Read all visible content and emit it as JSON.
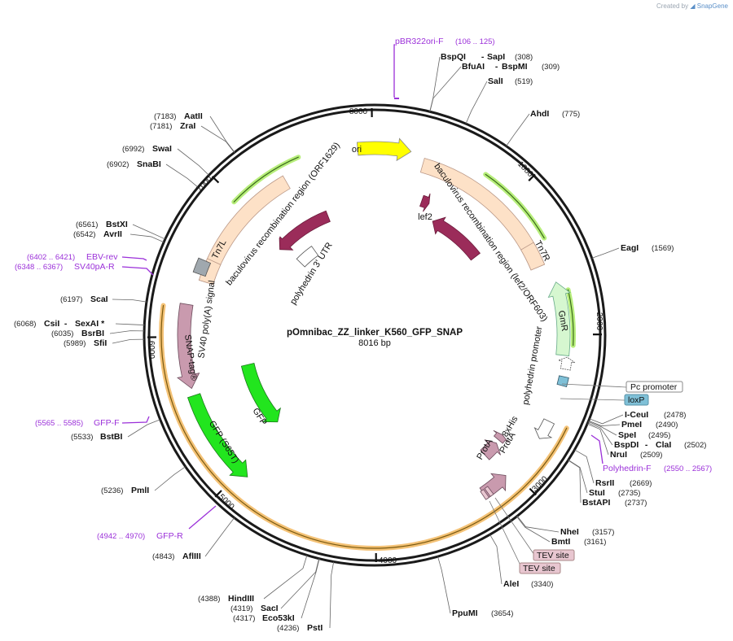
{
  "credit": {
    "prefix": "Created by",
    "brand": "SnapGene"
  },
  "plasmid": {
    "name": "pOmnibac_ZZ_linker_K560_GFP_SNAP",
    "size_label": "8016 bp",
    "length": 8016
  },
  "ticks": [
    {
      "pos": 1000,
      "label": "1000"
    },
    {
      "pos": 2000,
      "label": "2000"
    },
    {
      "pos": 3000,
      "label": "3000"
    },
    {
      "pos": 4000,
      "label": "4000"
    },
    {
      "pos": 5000,
      "label": "5000"
    },
    {
      "pos": 6000,
      "label": "6000"
    },
    {
      "pos": 7000,
      "label": "7000"
    },
    {
      "pos": 8000,
      "label": "8000"
    }
  ],
  "sites": [
    {
      "name": "BspQI",
      "sep": " - ",
      "name2": "SapI",
      "pos_label": "(308)",
      "pos": 308
    },
    {
      "name": "BfuAI",
      "sep": " - ",
      "name2": "BspMI",
      "pos_label": "(309)",
      "pos": 309
    },
    {
      "name": "SalI",
      "pos_label": "(519)",
      "pos": 519
    },
    {
      "name": "AhdI",
      "pos_label": "(775)",
      "pos": 775
    },
    {
      "name": "EagI",
      "pos_label": "(1569)",
      "pos": 1569
    },
    {
      "name": "I-CeuI",
      "pos_label": "(2478)",
      "pos": 2478
    },
    {
      "name": "PmeI",
      "pos_label": "(2490)",
      "pos": 2490
    },
    {
      "name": "SpeI",
      "pos_label": "(2495)",
      "pos": 2495
    },
    {
      "name": "BspDI",
      "sep": " - ",
      "name2": "ClaI",
      "pos_label": "(2502)",
      "pos": 2502
    },
    {
      "name": "NruI",
      "pos_label": "(2509)",
      "pos": 2509
    },
    {
      "name": "RsrII",
      "pos_label": "(2669)",
      "pos": 2669
    },
    {
      "name": "StuI",
      "pos_label": "(2735)",
      "pos": 2735
    },
    {
      "name": "BstAPI",
      "pos_label": "(2737)",
      "pos": 2737
    },
    {
      "name": "NheI",
      "pos_label": "(3157)",
      "pos": 3157
    },
    {
      "name": "BmtI",
      "pos_label": "(3161)",
      "pos": 3161
    },
    {
      "name": "AleI",
      "pos_label": "(3340)",
      "pos": 3340
    },
    {
      "name": "PpuMI",
      "pos_label": "(3654)",
      "pos": 3654
    },
    {
      "name": "PstI",
      "pos_label": "(4236)",
      "pos": 4236
    },
    {
      "name": "Eco53kI",
      "pos_label": "(4317)",
      "pos": 4317
    },
    {
      "name": "SacI",
      "pos_label": "(4319)",
      "pos": 4319
    },
    {
      "name": "HindIII",
      "pos_label": "(4388)",
      "pos": 4388
    },
    {
      "name": "AflIII",
      "pos_label": "(4843)",
      "pos": 4843
    },
    {
      "name": "PmlI",
      "pos_label": "(5236)",
      "pos": 5236
    },
    {
      "name": "BstBI",
      "pos_label": "(5533)",
      "pos": 5533
    },
    {
      "name": "SfiI",
      "pos_label": "(5989)",
      "pos": 5989
    },
    {
      "name": "BsrBI",
      "pos_label": "(6035)",
      "pos": 6035
    },
    {
      "name": "CsiI",
      "sep": " - ",
      "name2": "SexAI *",
      "pos_label": "(6068)",
      "pos": 6068
    },
    {
      "name": "ScaI",
      "pos_label": "(6197)",
      "pos": 6197
    },
    {
      "name": "AvrII",
      "pos_label": "(6542)",
      "pos": 6542
    },
    {
      "name": "BstXI",
      "pos_label": "(6561)",
      "pos": 6561
    },
    {
      "name": "SnaBI",
      "pos_label": "(6902)",
      "pos": 6902
    },
    {
      "name": "SwaI",
      "pos_label": "(6992)",
      "pos": 6992
    },
    {
      "name": "ZraI",
      "pos_label": "(7181)",
      "pos": 7181
    },
    {
      "name": "AatII",
      "pos_label": "(7183)",
      "pos": 7183
    }
  ],
  "primers": [
    {
      "name": "pBR322ori-F",
      "range": "(106 .. 125)"
    },
    {
      "name": "Polyhedrin-F",
      "range": "(2550 .. 2567)"
    },
    {
      "name": "GFP-R",
      "range": "(4942 .. 4970)"
    },
    {
      "name": "GFP-F",
      "range": "(5565 .. 5585)"
    },
    {
      "name": "SV40pA-R",
      "range": "(6348 .. 6367)"
    },
    {
      "name": "EBV-rev",
      "range": "(6402 .. 6421)"
    }
  ],
  "features": {
    "ori": "ori",
    "baculo_left": "baculovirus recombination region (ORF1629)",
    "baculo_right": "baculovirus recombination region (lef2/ORF603)",
    "tn7l": "Tn7L",
    "tn7r": "Tn7R",
    "gmr": "GmR",
    "orf1629": "ORF1629",
    "orf603": "ORF603",
    "lef2": "lef2",
    "polyhedrin_utr": "polyhedrin 3' UTR",
    "sv40": "SV40 poly(A) signal",
    "snap": "SNAP-tag®",
    "gfp_s65t": "GFP (S65T)",
    "gfp": "GFP",
    "polyhedrin_promoter": "polyhedrin promoter",
    "his8": "8xHis",
    "prota1": "ProtA",
    "prota2": "ProtA"
  },
  "boxed_labels": {
    "pc_promoter": "Pc promoter",
    "loxp": "loxP",
    "tev1": "TEV site",
    "tev2": "TEV site"
  },
  "colors": {
    "ori": "#ffff00",
    "baculo": "#fde1c7",
    "orf": "#9b2c5a",
    "gmr": "#d6f7d0",
    "gfp": "#22e51e",
    "snap": "#c99aae",
    "prota": "#c99aae",
    "loxp": "#7fc0d7",
    "tev": "#e8c6d0",
    "primer": "#9b30d9",
    "highlight_orange": "#f4c276",
    "highlight_green": "#b7ee7b"
  }
}
